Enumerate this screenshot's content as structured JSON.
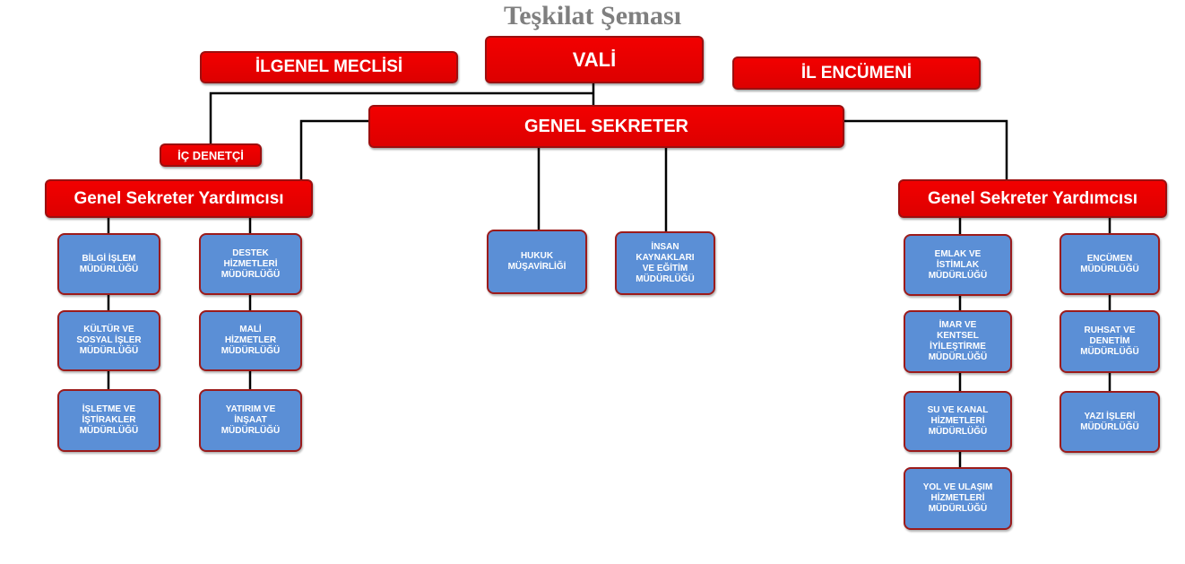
{
  "title": "Teşkilat Şeması",
  "top": {
    "vali": "VALİ",
    "il_genel_meclisi": "İLGENEL MECLİSİ",
    "il_encumeni": "İL ENCÜMENİ",
    "genel_sekreter": "GENEL SEKRETER",
    "ic_denetci": "İÇ DENETÇİ"
  },
  "left_branch": {
    "head": "Genel Sekreter Yardımcısı",
    "col1": [
      "BİLGİ İŞLEM\nMÜDÜRLÜĞÜ",
      "KÜLTÜR VE\nSOSYAL İŞLER\nMÜDÜRLÜĞÜ",
      "İŞLETME VE\nİŞTİRAKLER\nMÜDÜRLÜĞÜ"
    ],
    "col2": [
      "DESTEK\nHİZMETLERİ\nMÜDÜRLÜĞÜ",
      "MALİ\nHİZMETLER\nMÜDÜRLÜĞÜ",
      "YATIRIM VE\nİNŞAAT\nMÜDÜRLÜĞÜ"
    ]
  },
  "center_branch": {
    "items": [
      "HUKUK\nMÜŞAVİRLİĞİ",
      "İNSAN\nKAYNAKLARI\nVE EĞİTİM\nMÜDÜRLÜĞÜ"
    ]
  },
  "right_branch": {
    "head": "Genel Sekreter Yardımcısı",
    "col1": [
      "EMLAK VE\nİSTİMLAK\nMÜDÜRLÜĞÜ",
      "İMAR VE\nKENTSEL\nİYİLEŞTİRME\nMÜDÜRLÜĞÜ",
      "SU VE KANAL\nHİZMETLERİ\nMÜDÜRLÜĞÜ",
      "YOL VE ULAŞIM\nHİZMETLERİ\nMÜDÜRLÜĞÜ"
    ],
    "col2": [
      "ENCÜMEN\nMÜDÜRLÜĞÜ",
      "RUHSAT VE\nDENETİM\nMÜDÜRLÜĞÜ",
      "YAZI İŞLERİ\nMÜDÜRLÜĞÜ"
    ]
  },
  "colors": {
    "red_box": "#e80000",
    "red_border": "#9c0f0f",
    "blue_box": "#5b8fd6",
    "title_gray": "#7f7f7f",
    "connector": "#000000"
  }
}
